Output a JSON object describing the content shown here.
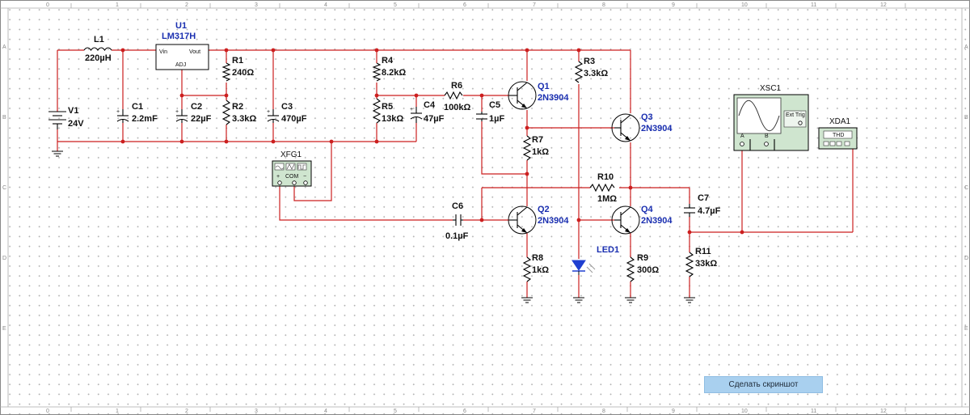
{
  "ruler": {
    "columns": [
      "0",
      "1",
      "2",
      "3",
      "4",
      "5",
      "6",
      "7",
      "8",
      "9",
      "10",
      "11",
      "12"
    ],
    "rows": [
      "A",
      "B",
      "C",
      "D",
      "E"
    ]
  },
  "components": {
    "V1": {
      "ref": "V1",
      "value": "24V"
    },
    "L1": {
      "ref": "L1",
      "value": "220µH"
    },
    "U1": {
      "ref": "U1",
      "part": "LM317H",
      "pin_in": "Vin",
      "pin_out": "Vout",
      "pin_adj": "ADJ"
    },
    "C1": {
      "ref": "C1",
      "value": "2.2mF"
    },
    "C2": {
      "ref": "C2",
      "value": "22µF"
    },
    "R1": {
      "ref": "R1",
      "value": "240Ω"
    },
    "R2": {
      "ref": "R2",
      "value": "3.3kΩ"
    },
    "C3": {
      "ref": "C3",
      "value": "470µF"
    },
    "R4": {
      "ref": "R4",
      "value": "8.2kΩ"
    },
    "R5": {
      "ref": "R5",
      "value": "13kΩ"
    },
    "C4": {
      "ref": "C4",
      "value": "47µF"
    },
    "R6": {
      "ref": "R6",
      "value": "100kΩ"
    },
    "C5": {
      "ref": "C5",
      "value": "1µF"
    },
    "Q1": {
      "ref": "Q1",
      "part": "2N3904"
    },
    "R3": {
      "ref": "R3",
      "value": "3.3kΩ"
    },
    "R7": {
      "ref": "R7",
      "value": "1kΩ"
    },
    "Q3": {
      "ref": "Q3",
      "part": "2N3904"
    },
    "R10": {
      "ref": "R10",
      "value": "1MΩ"
    },
    "C6": {
      "ref": "C6",
      "value": "0.1µF"
    },
    "Q2": {
      "ref": "Q2",
      "part": "2N3904"
    },
    "Q4": {
      "ref": "Q4",
      "part": "2N3904"
    },
    "C7": {
      "ref": "C7",
      "value": "4.7µF"
    },
    "R8": {
      "ref": "R8",
      "value": "1kΩ"
    },
    "LED1": {
      "ref": "LED1"
    },
    "R9": {
      "ref": "R9",
      "value": "300Ω"
    },
    "R11": {
      "ref": "R11",
      "value": "33kΩ"
    },
    "XFG1": {
      "ref": "XFG1",
      "pin_plus": "+",
      "pin_com": "COM",
      "pin_minus": "−"
    },
    "XSC1": {
      "ref": "XSC1",
      "ext_trig": "Ext Trig",
      "ch_a": "A",
      "ch_b": "B"
    },
    "XDA1": {
      "ref": "XDA1",
      "display": "THD"
    }
  },
  "colors": {
    "wire": "#cc1f1f",
    "ref_blue": "#1a2fb0",
    "button_bg": "#a9d0ef"
  },
  "screenshot_button": {
    "label": "Сделать скриншот"
  }
}
